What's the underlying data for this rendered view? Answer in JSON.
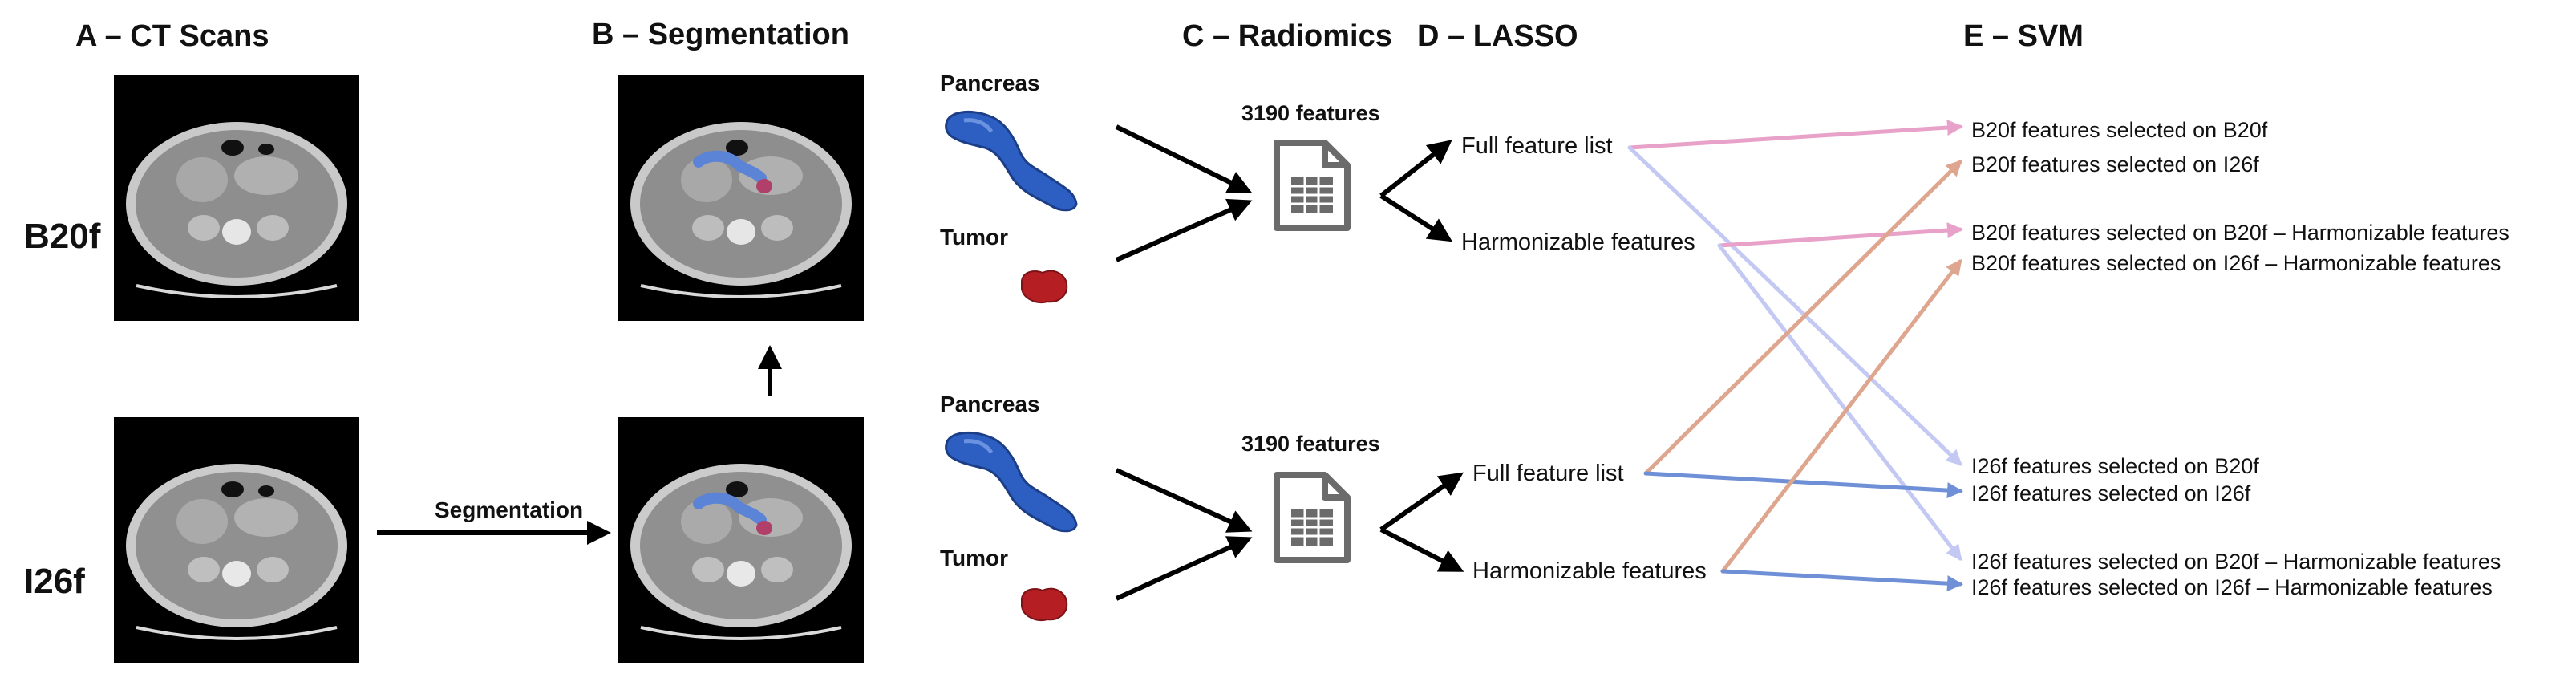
{
  "panels": {
    "a": "A – CT Scans",
    "b": "B – Segmentation",
    "c": "C – Radiomics",
    "d": "D – LASSO",
    "e": "E – SVM"
  },
  "rows": {
    "top": "B20f",
    "bottom": "I26f"
  },
  "segmentation": {
    "arrow_label": "Segmentation",
    "pancreas_label": "Pancreas",
    "tumor_label": "Tumor"
  },
  "radiomics": {
    "feature_count": "3190 features"
  },
  "lasso": {
    "full_list": "Full feature list",
    "harmonizable": "Harmonizable features"
  },
  "svm": {
    "labels": [
      "B20f features selected on B20f",
      "B20f features selected on I26f",
      "B20f features selected on B20f – Harmonizable features",
      "B20f features selected on I26f – Harmonizable features",
      "I26f features selected on B20f",
      "I26f features selected on I26f",
      "I26f features selected on B20f – Harmonizable features",
      "I26f features selected on I26f – Harmonizable features"
    ]
  },
  "colors": {
    "pink": "#e8a1c8",
    "light_blue": "#c3c9f2",
    "salmon": "#dea68f",
    "blue": "#6f8fd6",
    "pancreas": "#2d5fc2",
    "tumor": "#b51f24",
    "icon_gray": "#6b6b6b"
  }
}
